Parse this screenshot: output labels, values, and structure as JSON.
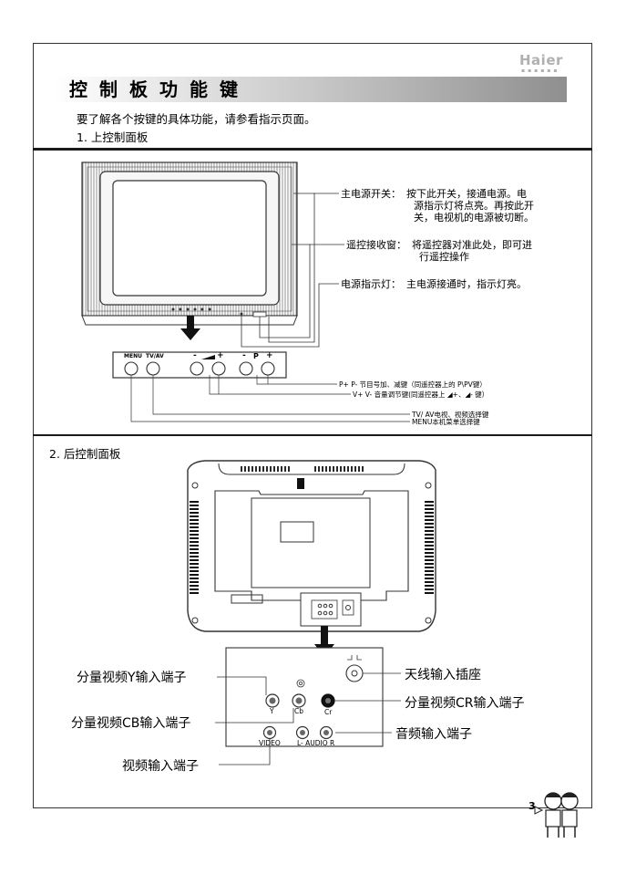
{
  "brand": "Haier",
  "page_title": "控制板功能键",
  "intro": "要了解各个按键的具体功能，请参看指示页面。",
  "section1": "1. 上控制面板",
  "section2": "2. 后控制面板",
  "front_panel": {
    "power_switch": {
      "label": "主电源开关：",
      "desc_lines": [
        "按下此开关，接通电源。电",
        "源指示灯将点亮。再按此开",
        "关，电视机的电源被切断。"
      ]
    },
    "remote_sensor": {
      "label": "遥控接收窗：",
      "desc_lines": [
        "将遥控器对准此处，即可进",
        "行遥控操作"
      ]
    },
    "power_indicator": {
      "label": "电源指示灯：",
      "desc": "主电源接通时，指示灯亮。"
    },
    "buttons": {
      "menu": "MENU",
      "tvav": "TV/AV",
      "minus": "-",
      "plus": "+",
      "p": "P"
    },
    "notes": [
      "P+ P- 节目号加、减键（同遥控器上的 P\\PV键）",
      "V+ V- 音量调节键(同遥控器上 ◢+、◢- 键）",
      "TV/ AV电视、视频选择键",
      "MENU本机菜单选择键"
    ]
  },
  "rear_panel": {
    "labels": {
      "y_in": "分量视频Y输入端子",
      "cb_in": "分量视频CB输入端子",
      "video_in": "视频输入端子",
      "antenna": "天线输入插座",
      "cr_in": "分量视频CR输入端子",
      "audio_in": "音频输入端子"
    },
    "jacks": {
      "y": "Y",
      "cb": "Cb",
      "cr": "Cr",
      "video": "VIDEO",
      "audio": "L- AUDIO R"
    }
  },
  "page_number": "3"
}
